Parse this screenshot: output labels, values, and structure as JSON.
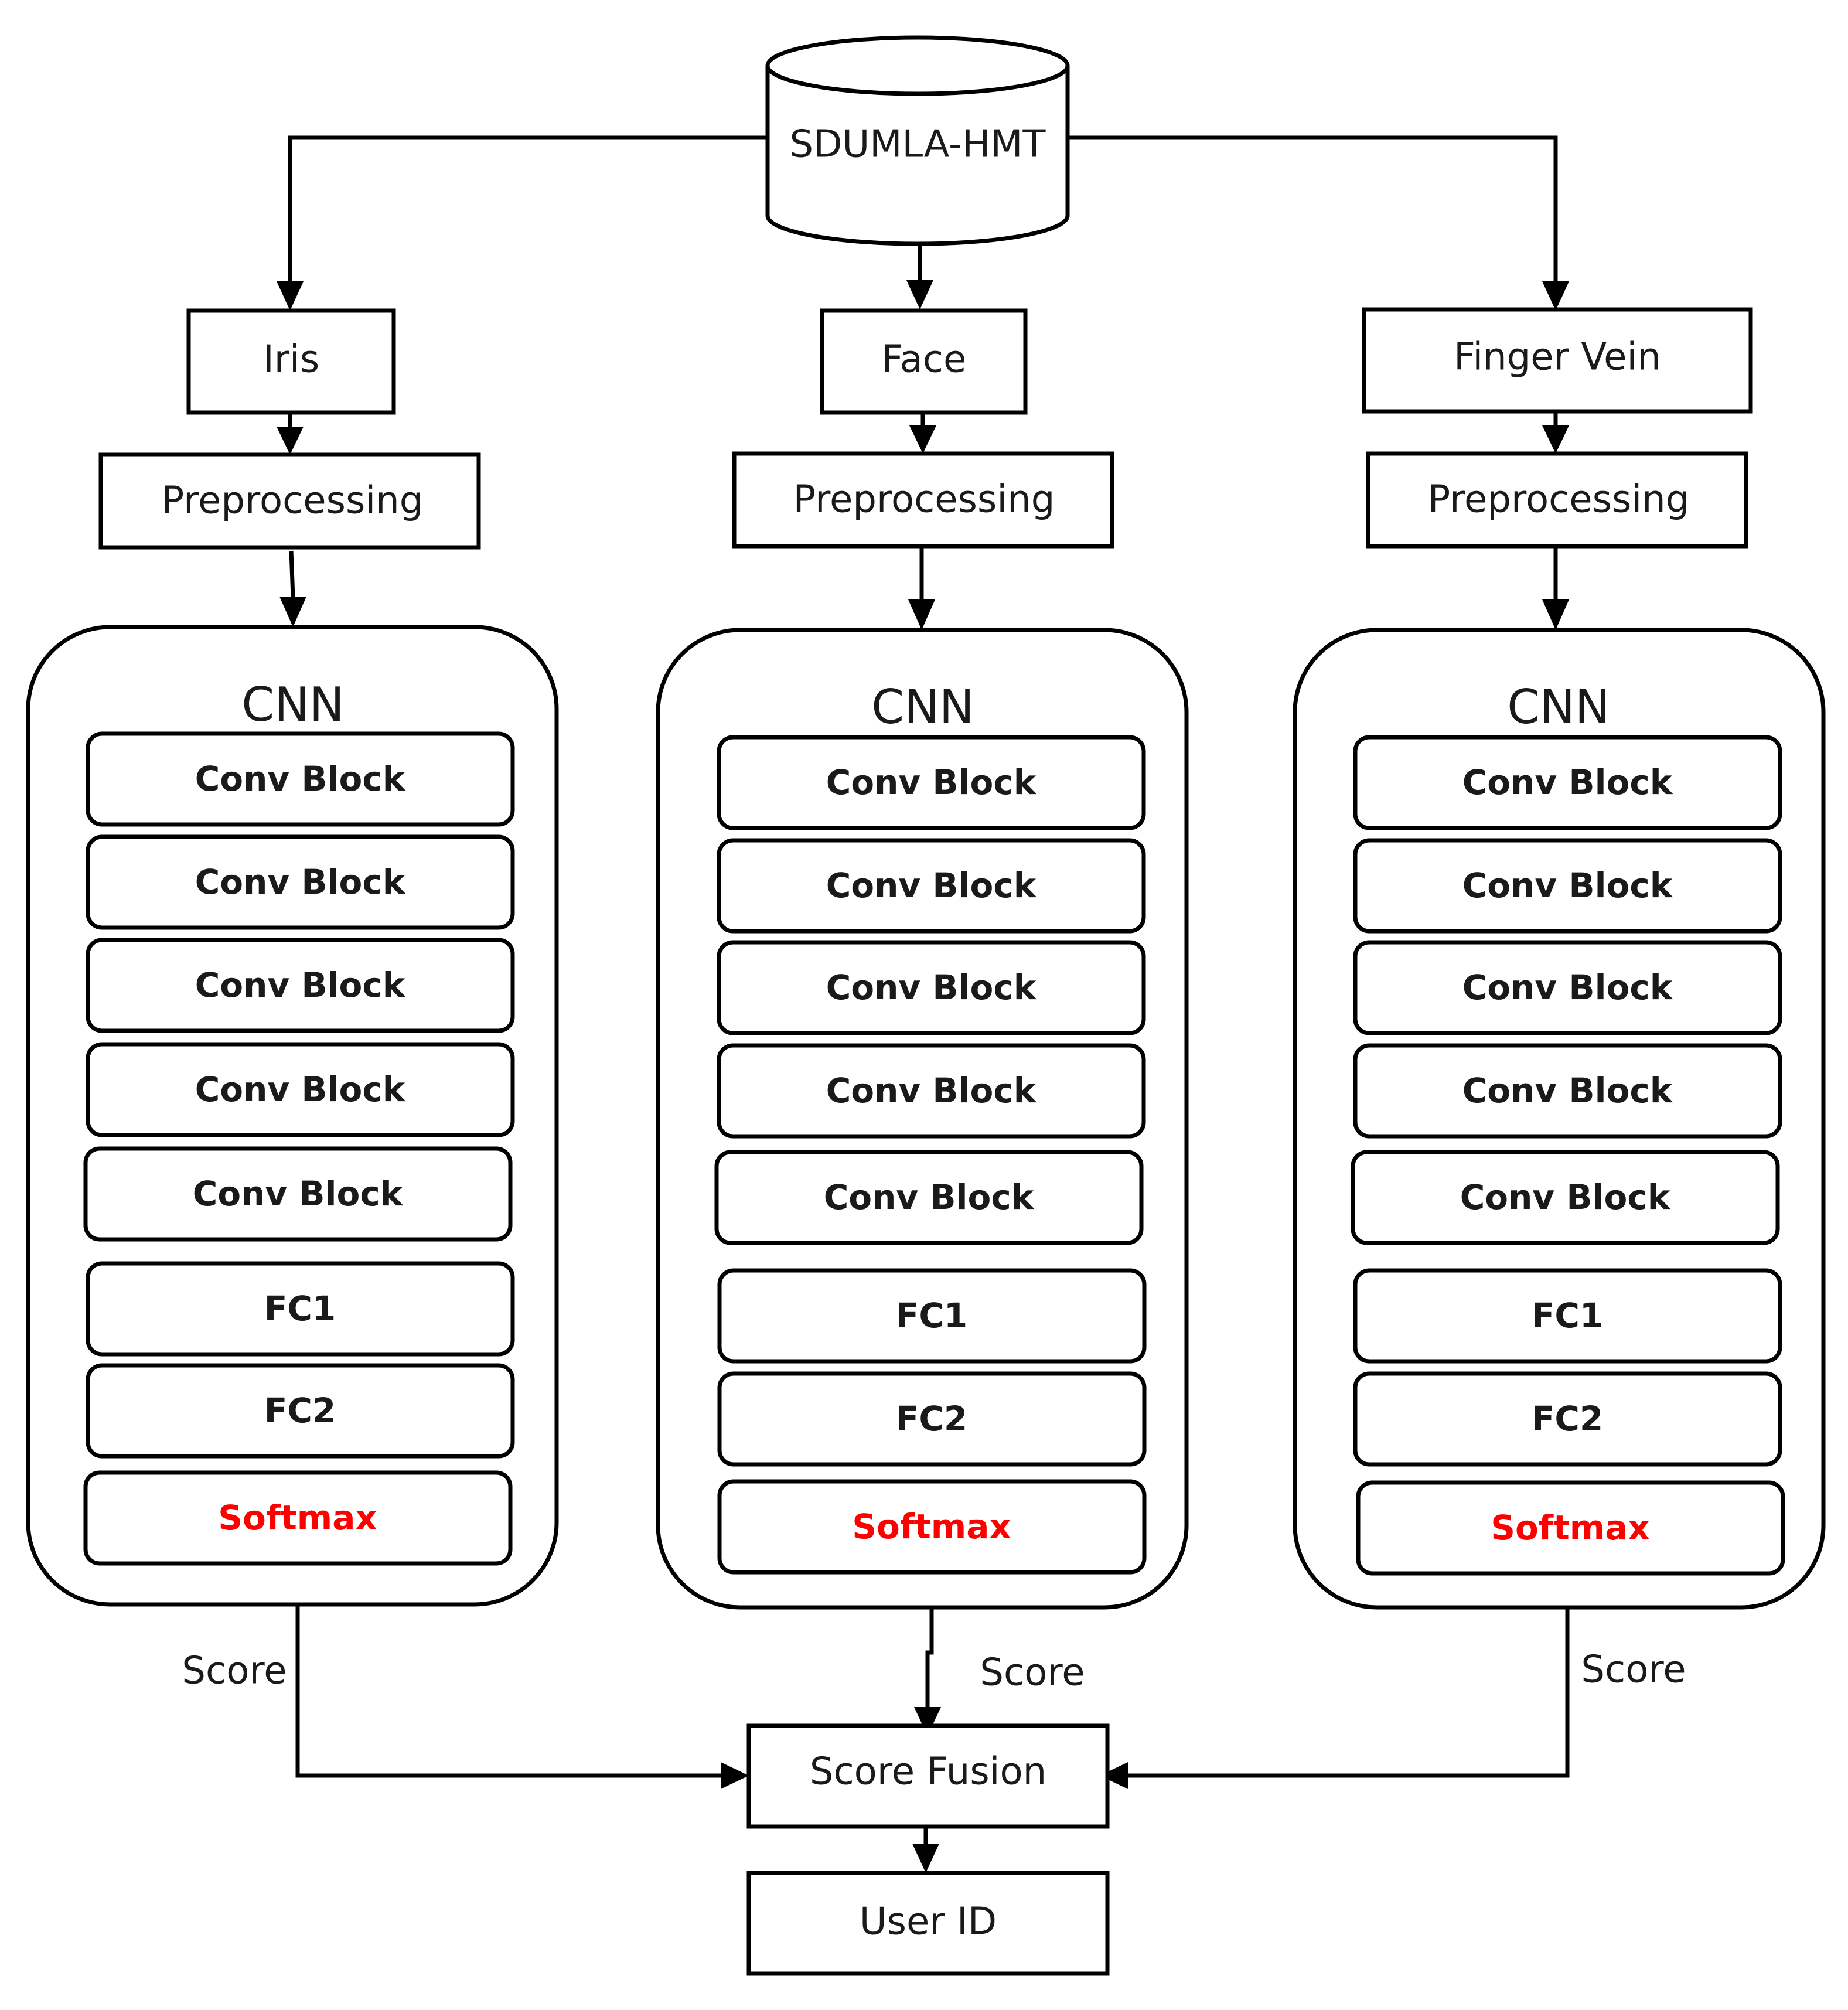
{
  "source": {
    "label": "SDUMLA-HMT"
  },
  "modalities": [
    {
      "name": "Iris",
      "preprocessing": "Preprocessing",
      "cnn": {
        "title": "CNN",
        "conv_blocks": [
          "Conv Block",
          "Conv Block",
          "Conv Block",
          "Conv Block",
          "Conv Block"
        ],
        "fc_layers": [
          "FC1",
          "FC2"
        ],
        "output": "Softmax"
      },
      "score_label": "Score"
    },
    {
      "name": "Face",
      "preprocessing": "Preprocessing",
      "cnn": {
        "title": "CNN",
        "conv_blocks": [
          "Conv Block",
          "Conv Block",
          "Conv Block",
          "Conv Block",
          "Conv Block"
        ],
        "fc_layers": [
          "FC1",
          "FC2"
        ],
        "output": "Softmax"
      },
      "score_label": "Score"
    },
    {
      "name": "Finger Vein",
      "preprocessing": "Preprocessing",
      "cnn": {
        "title": "CNN",
        "conv_blocks": [
          "Conv Block",
          "Conv Block",
          "Conv Block",
          "Conv Block",
          "Conv Block"
        ],
        "fc_layers": [
          "FC1",
          "FC2"
        ],
        "output": "Softmax"
      },
      "score_label": "Score"
    }
  ],
  "fusion": {
    "label": "Score Fusion"
  },
  "result": {
    "label": "User ID"
  },
  "colors": {
    "stroke": "#000000",
    "softmax_text": "#ff0000",
    "background": "#ffffff"
  }
}
